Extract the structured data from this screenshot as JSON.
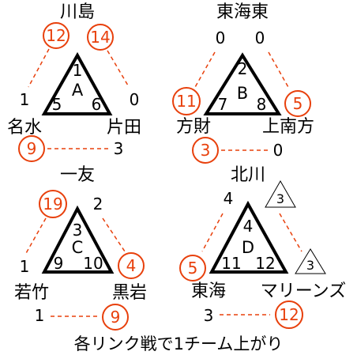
{
  "accent_color": "#e8400c",
  "groups": [
    {
      "label": "A",
      "teams": {
        "top": "川島",
        "left": "名水",
        "right": "片田"
      },
      "positions": {
        "top": "1",
        "left": "5",
        "right": "6"
      },
      "scores": {
        "top_left": "12",
        "top_right": "14",
        "left_top": "1",
        "right_top": "0",
        "bottom_left": "9",
        "bottom_right": "3"
      }
    },
    {
      "label": "B",
      "teams": {
        "top": "東海東",
        "left": "方財",
        "right": "上南方"
      },
      "positions": {
        "top": "2",
        "left": "7",
        "right": "8"
      },
      "scores": {
        "top_left": "0",
        "top_right": "0",
        "left_top": "11",
        "right_top": "5",
        "bottom_left": "3",
        "bottom_right": "0"
      }
    },
    {
      "label": "C",
      "teams": {
        "top": "一友",
        "left": "若竹",
        "right": "黒岩"
      },
      "positions": {
        "top": "3",
        "left": "9",
        "right": "10"
      },
      "scores": {
        "top_left": "19",
        "top_right": "2",
        "left_top": "1",
        "right_top": "4",
        "bottom_left": "1",
        "bottom_right": "9"
      }
    },
    {
      "label": "D",
      "teams": {
        "top": "北川",
        "left": "東海",
        "right": "マリーンズ"
      },
      "positions": {
        "top": "4",
        "left": "11",
        "right": "12"
      },
      "scores": {
        "top_left": "4",
        "top_right": "3",
        "left_top": "5",
        "right_top": "3",
        "bottom_left": "3",
        "bottom_right": "12"
      }
    }
  ],
  "caption": "各リンク戦で1チーム上がり"
}
